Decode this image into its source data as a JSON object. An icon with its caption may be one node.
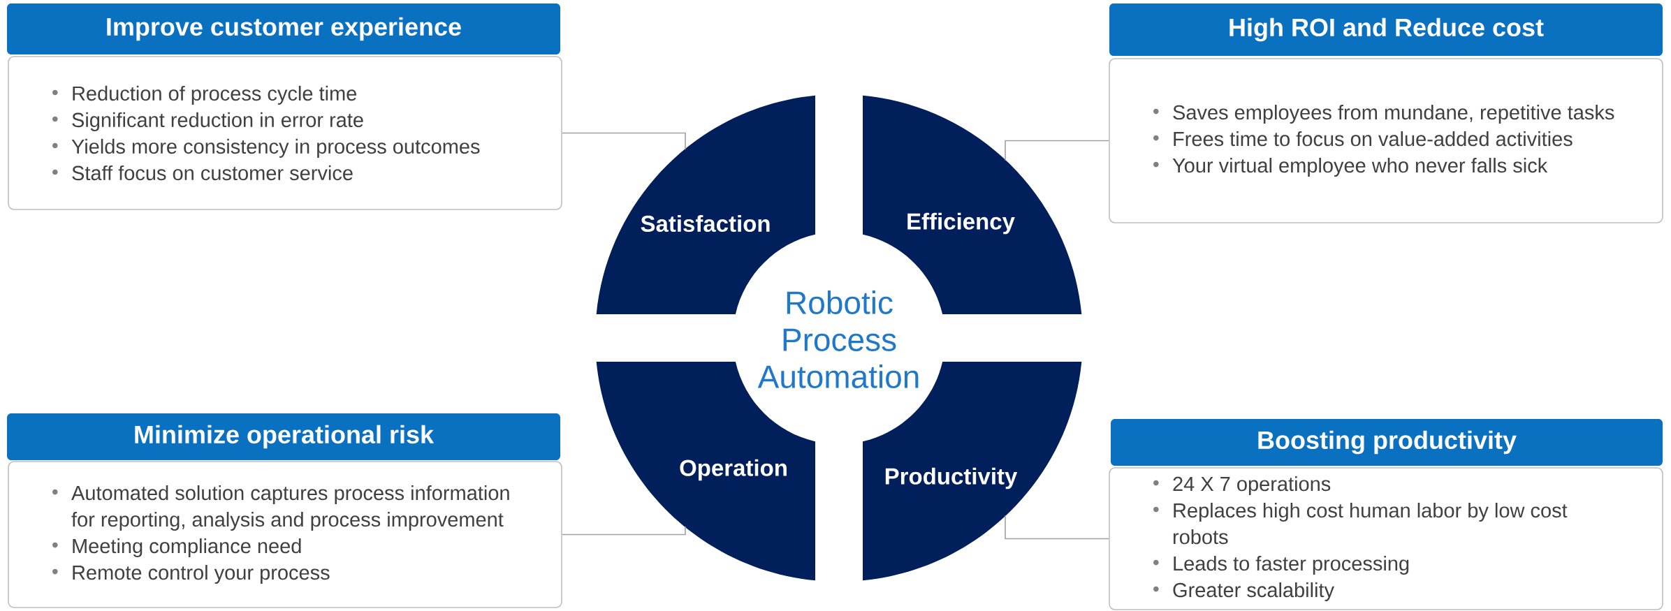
{
  "diagram": {
    "nodes": [
      {
        "text": [
          "Improve customer experience"
        ]
      },
      {
        "text": [
          "Reduction of process cycle time",
          "Significant reduction in error rate",
          "Yields more consistency in process outcomes",
          "Staff focus on customer service"
        ]
      },
      {
        "text": [
          "High ROI and Reduce cost"
        ]
      },
      {
        "text": [
          "Saves employees from mundane, repetitive tasks",
          "Frees time to focus on value-added activities",
          "Your virtual employee who never falls sick"
        ]
      },
      {
        "text": [
          "Satisfaction"
        ]
      },
      {
        "text": [
          "Efficiency"
        ]
      },
      {
        "text": [
          "Operation"
        ]
      },
      {
        "text": [
          "Productivity"
        ]
      },
      {
        "text": [
          "Minimize operational risk"
        ]
      },
      {
        "text": [
          "Automated solution captures process information for reporting, analysis and process improvement",
          "Meeting compliance need",
          "Remote control your process"
        ]
      },
      {
        "text": [
          "Boosting productivity"
        ]
      },
      {
        "text": [
          "24 X 7 operations",
          "Replaces high cost human labor by low cost robots",
          "Leads to faster processing",
          "Greater scalability"
        ]
      }
    ],
    "edges": [
      {
        "from": 1,
        "to": 4,
        "arrow": "none"
      },
      {
        "from": 3,
        "to": 5,
        "arrow": "none"
      },
      {
        "from": 9,
        "to": 6,
        "arrow": "none"
      },
      {
        "from": 11,
        "to": 7,
        "arrow": "none"
      }
    ],
    "labels": [
      "Robotic Process Automation"
    ]
  }
}
